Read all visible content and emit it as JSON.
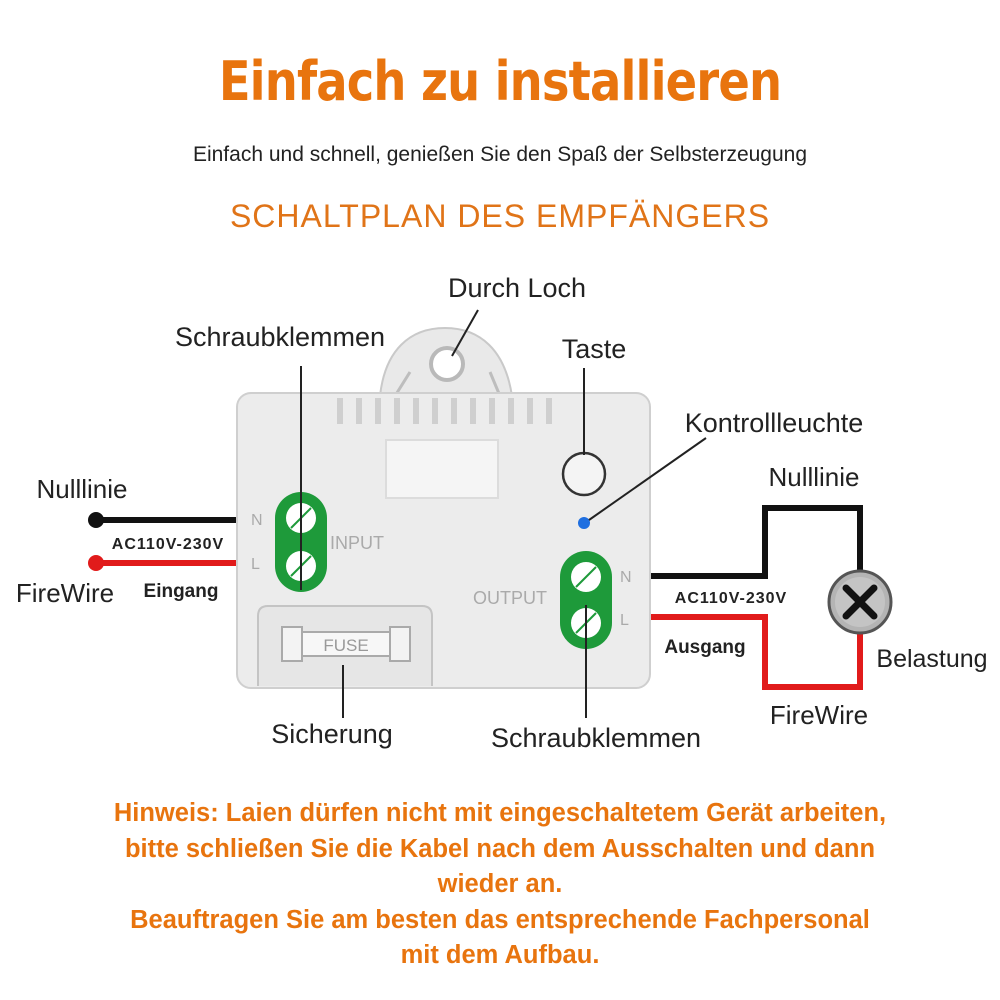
{
  "title": "Einfach zu installieren",
  "subtitle": "Einfach und schnell, genießen Sie den Spaß der Selbsterzeugung",
  "heading": "SCHALTPLAN DES EMPFÄNGERS",
  "labels": {
    "durch_loch": "Durch Loch",
    "schraubklemmen_top": "Schraubklemmen",
    "taste": "Taste",
    "kontrollleuchte": "Kontrollleuchte",
    "nulllinie_left": "Nulllinie",
    "firewire_left": "FireWire",
    "eingang": "Eingang",
    "voltage_left": "AC110V-230V",
    "input": "INPUT",
    "n_in": "N",
    "l_in": "L",
    "output": "OUTPUT",
    "n_out": "N",
    "l_out": "L",
    "fuse": "FUSE",
    "nulllinie_right": "Nulllinie",
    "voltage_right": "AC110V-230V",
    "ausgang": "Ausgang",
    "belastung": "Belastung",
    "firewire_right": "FireWire",
    "sicherung": "Sicherung",
    "schraubklemmen_bottom": "Schraubklemmen"
  },
  "note": {
    "line1": "Hinweis: Laien dürfen nicht mit eingeschaltetem Gerät arbeiten,",
    "line2": "bitte schließen Sie die Kabel nach dem Ausschalten und dann",
    "line3": "wieder an.",
    "line4": "Beauftragen Sie am besten das entsprechende Fachpersonal",
    "line5": "mit dem Aufbau."
  },
  "colors": {
    "accent_orange": "#e8740e",
    "wire_red": "#e11b1b",
    "wire_black": "#111111",
    "terminal_green": "#1e9a3a",
    "led_blue": "#1f6fe0"
  }
}
